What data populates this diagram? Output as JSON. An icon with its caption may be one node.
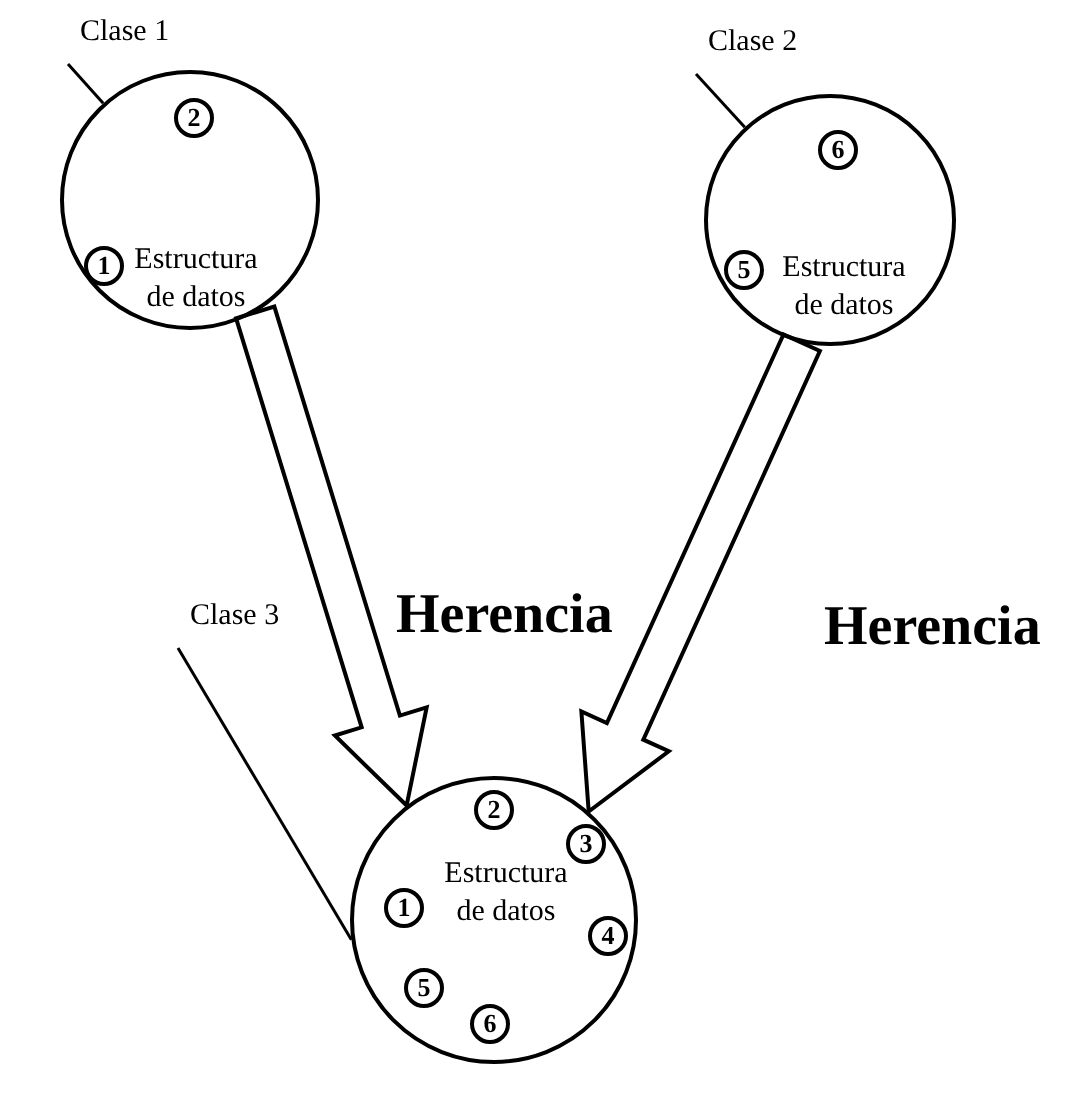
{
  "diagram": {
    "nodes": [
      {
        "text": [
          "Clase 1"
        ]
      },
      {
        "text": [
          "Estructura de datos"
        ]
      },
      {
        "text": [
          "2"
        ],
        "in": 1
      },
      {
        "text": [
          "1"
        ],
        "in": 1
      },
      {
        "text": [
          "Clase 2"
        ]
      },
      {
        "text": [
          "Estructura de datos"
        ]
      },
      {
        "text": [
          "6"
        ],
        "in": 5
      },
      {
        "text": [
          "5"
        ],
        "in": 5
      },
      {
        "text": [
          "Clase 3"
        ]
      },
      {
        "text": [
          "Estructura de datos"
        ]
      },
      {
        "text": [
          "2"
        ],
        "in": 9
      },
      {
        "text": [
          "3"
        ],
        "in": 9
      },
      {
        "text": [
          "1"
        ],
        "in": 9
      },
      {
        "text": [
          "4"
        ],
        "in": 9
      },
      {
        "text": [
          "5"
        ],
        "in": 9
      },
      {
        "text": [
          "6"
        ],
        "in": 9
      }
    ],
    "edges": [
      {
        "from": 0,
        "to": 1,
        "arrow": "none"
      },
      {
        "from": 4,
        "to": 5,
        "arrow": "none"
      },
      {
        "from": 8,
        "to": 9,
        "arrow": "none"
      },
      {
        "from": 1,
        "to": 9,
        "arrow": "to",
        "label": "Herencia",
        "style": "thick"
      },
      {
        "from": 5,
        "to": 9,
        "arrow": "to",
        "label": "Herencia",
        "style": "thick"
      }
    ]
  }
}
